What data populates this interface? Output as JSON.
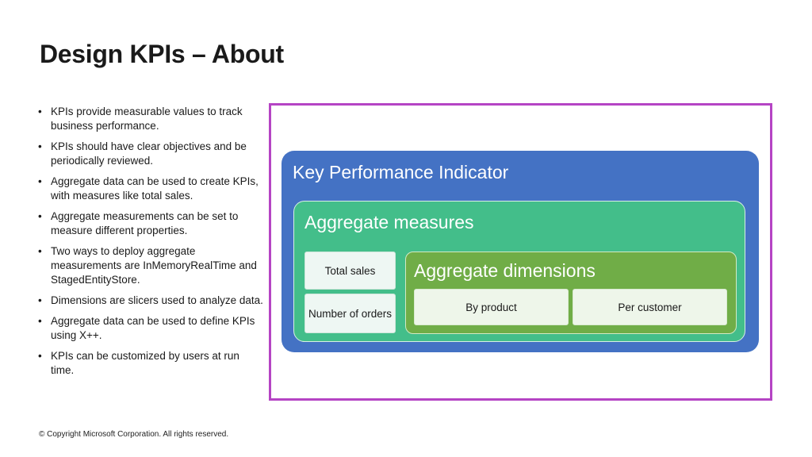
{
  "slide": {
    "title": "Design KPIs – About",
    "bullets": [
      "KPIs provide measurable values to track business performance.",
      "KPIs should have clear objectives and be periodically reviewed.",
      "Aggregate data can be used to create KPIs, with measures like total sales.",
      "Aggregate measurements can be set to measure different properties.",
      "Two ways to deploy aggregate measurements are InMemoryRealTime and StagedEntityStore.",
      "Dimensions are slicers used to analyze data.",
      "Aggregate data can be used to define KPIs using X++.",
      "KPIs can be customized by users at run time."
    ],
    "copyright": "© Copyright Microsoft Corporation. All rights reserved."
  },
  "diagram": {
    "kpi_label": "Key Performance Indicator",
    "aggregate_measures": {
      "label": "Aggregate measures",
      "items": [
        "Total sales",
        "Number of orders"
      ]
    },
    "aggregate_dimensions": {
      "label": "Aggregate dimensions",
      "items": [
        "By product",
        "Per customer"
      ]
    },
    "colors": {
      "frame": "#b544c4",
      "kpi": "#4472c4",
      "measures": "#43be8a",
      "dimensions": "#70ad47"
    }
  }
}
